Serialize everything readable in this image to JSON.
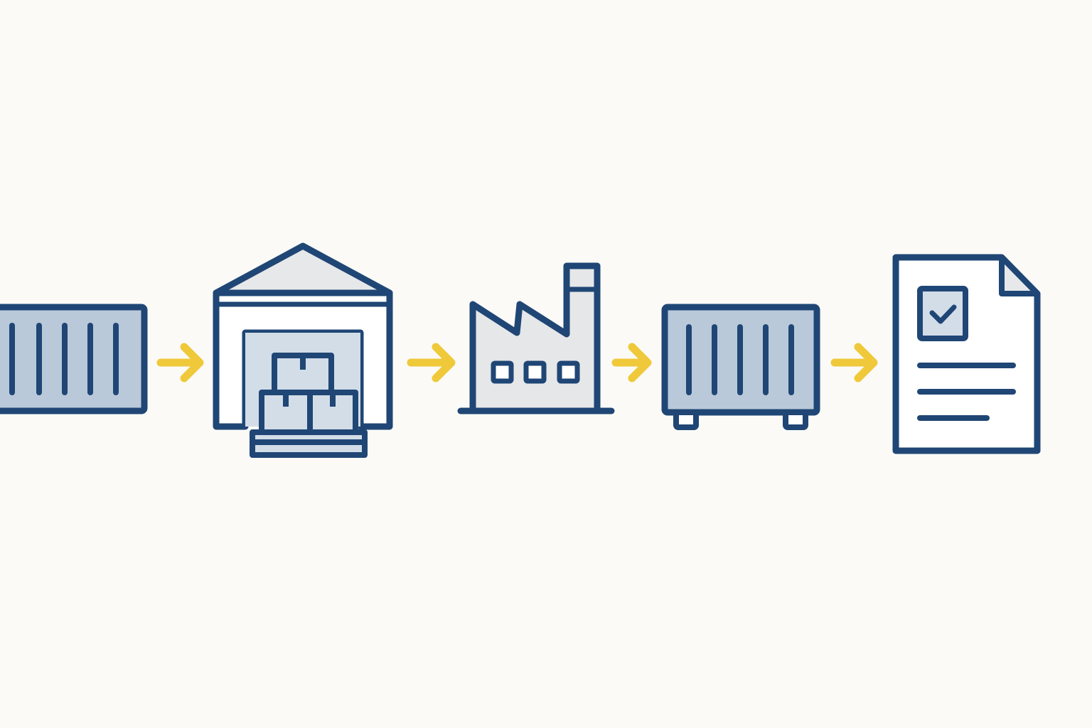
{
  "colors": {
    "background": "#fbfaf7",
    "outline": "#1f4675",
    "container_fill": "#b9c9d9",
    "warehouse_fill": "#d3dde8",
    "roof_fill": "#e7e8e9",
    "factory_fill": "#e6e7e8",
    "arrow": "#efc93a",
    "document_fill": "#ffffff"
  },
  "flow": {
    "steps": [
      {
        "id": "container-in",
        "icon": "shipping-container-icon"
      },
      {
        "id": "warehouse",
        "icon": "warehouse-icon"
      },
      {
        "id": "factory",
        "icon": "factory-icon"
      },
      {
        "id": "container-out",
        "icon": "container-on-wheels-icon"
      },
      {
        "id": "document",
        "icon": "checked-document-icon"
      }
    ],
    "arrows": [
      {
        "from": "container-in",
        "to": "warehouse"
      },
      {
        "from": "warehouse",
        "to": "factory"
      },
      {
        "from": "factory",
        "to": "container-out"
      },
      {
        "from": "container-out",
        "to": "document"
      }
    ]
  }
}
